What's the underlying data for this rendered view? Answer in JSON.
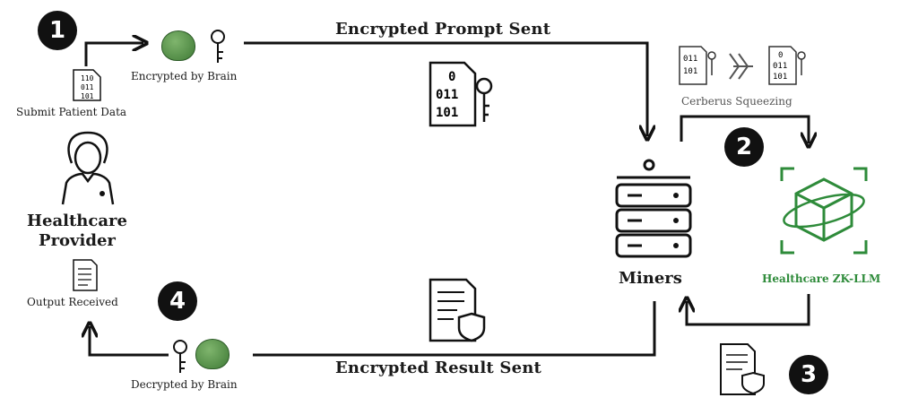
{
  "badges": {
    "b1": "1",
    "b2": "2",
    "b3": "3",
    "b4": "4"
  },
  "labels": {
    "submit": "Submit Patient Data",
    "encrypted_by": "Encrypted by Brain",
    "provider": "Healthcare\nProvider",
    "output": "Output Received",
    "decrypted_by": "Decrypted by Brain",
    "miners": "Miners",
    "cerberus": "Cerberus Squeezing",
    "zkllm": "Healthcare ZK-LLM"
  },
  "flows": {
    "prompt_sent": "Encrypted Prompt Sent",
    "result_sent": "Encrypted Result Sent"
  },
  "binary": {
    "line1": "110",
    "line2": "011",
    "line3": "101",
    "big1": "0",
    "big2": "011",
    "big3": "101"
  },
  "icons": {
    "frog": "pepe-frog-icon",
    "key": "key-icon",
    "doc": "document-icon",
    "shield": "shield-key-icon",
    "server": "server-rack-icon",
    "cube": "zk-cube-icon",
    "doctor": "doctor-icon"
  },
  "colors": {
    "accent_green": "#2e8b3a",
    "ink": "#111111"
  }
}
